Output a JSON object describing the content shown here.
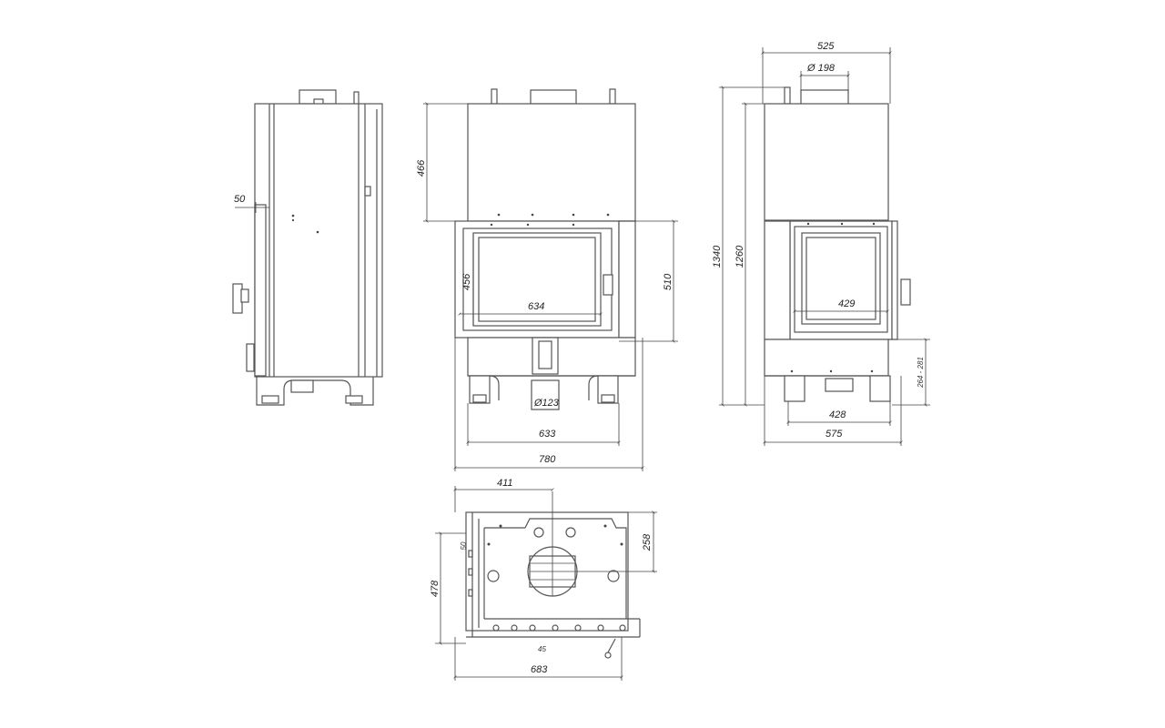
{
  "dimensions": {
    "side_offset": "50",
    "front_top_height": "466",
    "front_glass_height": "456",
    "front_glass_width": "634",
    "front_door_height": "510",
    "front_flue": "Ø123",
    "front_legs_width": "633",
    "front_total_width": "780",
    "right_total_width": "525",
    "right_flue": "Ø 198",
    "right_total_height": "1340",
    "right_body_height": "1260",
    "right_glass_width": "429",
    "right_base_height": "264 - 281",
    "right_legs_width": "428",
    "right_base_width": "575",
    "plan_offset": "411",
    "plan_depth_a": "258",
    "plan_depth_b": "478",
    "plan_width": "683",
    "plan_small_a": "50",
    "plan_small_b": "45"
  },
  "colors": {
    "line": "#555555",
    "dimension": "#444444",
    "text": "#222222"
  }
}
